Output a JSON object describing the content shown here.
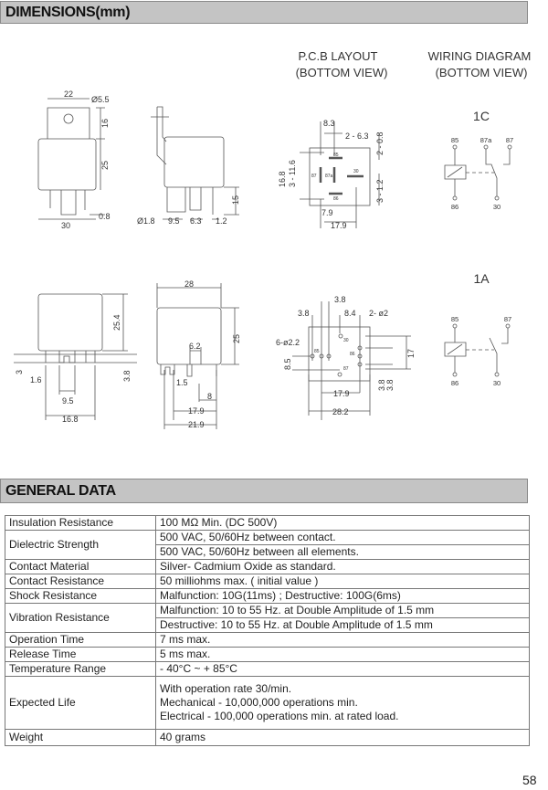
{
  "sections": {
    "dimensions": "DIMENSIONS(mm)",
    "general": "GENERAL DATA"
  },
  "drawings": {
    "pcb_title": "P.C.B LAYOUT",
    "pcb_subtitle": "(BOTTOM VIEW)",
    "wiring_title": "WIRING DIAGRAM",
    "wiring_subtitle": "(BOTTOM VIEW)",
    "front_top": {
      "width": "22",
      "hole": "Ø5.5",
      "tab": "16",
      "height": "25",
      "pin": "0.8",
      "base": "30"
    },
    "side_top": {
      "pin_len": "15",
      "hole": "Ø1.8",
      "d1": "9.5",
      "d2": "6.3",
      "d3": "1.2"
    },
    "pcb_1c": {
      "d1": "8.3",
      "d2": "2 - 6.3",
      "d3": "2 - 0.8",
      "d4": "16.8",
      "d5": "3 - 11.6",
      "d6": "3 - 1.2",
      "d7": "7.9",
      "d8": "17.9",
      "pins": [
        "85",
        "87",
        "87a",
        "30",
        "86"
      ]
    },
    "front_bottom": {
      "height": "25.4",
      "d1": "3",
      "d2": "3.8",
      "d3": "1.6",
      "d4": "9.5",
      "d5": "16.8"
    },
    "side_bottom": {
      "width": "28",
      "height": "25",
      "d1": "6.2",
      "d2": "1.5",
      "d3": "8",
      "d4": "17.9",
      "d5": "21.9"
    },
    "pcb_1a": {
      "d1": "3.8",
      "d2": "3.8",
      "d3": "8.4",
      "d4": "2- ø2",
      "d5": "6-ø2.2",
      "d6": "8.5",
      "d7": "17",
      "d8": "3.8",
      "d9": "3.8",
      "d10": "17.9",
      "d11": "28.2",
      "pins": [
        "85",
        "30",
        "86",
        "87"
      ]
    },
    "wiring_1c": {
      "label": "1C",
      "pins": [
        "85",
        "87a",
        "87",
        "86",
        "30"
      ]
    },
    "wiring_1a": {
      "label": "1A",
      "pins": [
        "85",
        "87",
        "86",
        "30"
      ]
    }
  },
  "general_data": [
    {
      "label": "Insulation Resistance",
      "values": [
        "100 MΩ Min. (DC 500V)"
      ]
    },
    {
      "label": "Dielectric Strength",
      "values": [
        "500 VAC, 50/60Hz between contact.",
        "500 VAC, 50/60Hz between all elements."
      ]
    },
    {
      "label": "Contact Material",
      "values": [
        "Silver- Cadmium Oxide as standard."
      ]
    },
    {
      "label": "Contact Resistance",
      "values": [
        "50 milliohms max. ( initial value )"
      ]
    },
    {
      "label": "Shock Resistance",
      "values": [
        "Malfunction: 10G(11ms) ; Destructive: 100G(6ms)"
      ]
    },
    {
      "label": "Vibration Resistance",
      "values": [
        "Malfunction: 10 to 55 Hz. at Double Amplitude of 1.5 mm",
        "Destructive: 10 to 55 Hz. at Double Amplitude of 1.5 mm"
      ]
    },
    {
      "label": "Operation Time",
      "values": [
        "7 ms max."
      ]
    },
    {
      "label": "Release Time",
      "values": [
        "5 ms max."
      ]
    },
    {
      "label": "Temperature Range",
      "values": [
        "- 40°C ~ + 85°C"
      ]
    },
    {
      "label": "Expected Life",
      "values": [
        "With operation rate 30/min.",
        "Mechanical - 10,000,000 operations min.",
        "Electrical - 100,000 operations min. at rated load."
      ]
    },
    {
      "label": "Weight",
      "values": [
        "40  grams"
      ]
    }
  ],
  "page_number": "58"
}
